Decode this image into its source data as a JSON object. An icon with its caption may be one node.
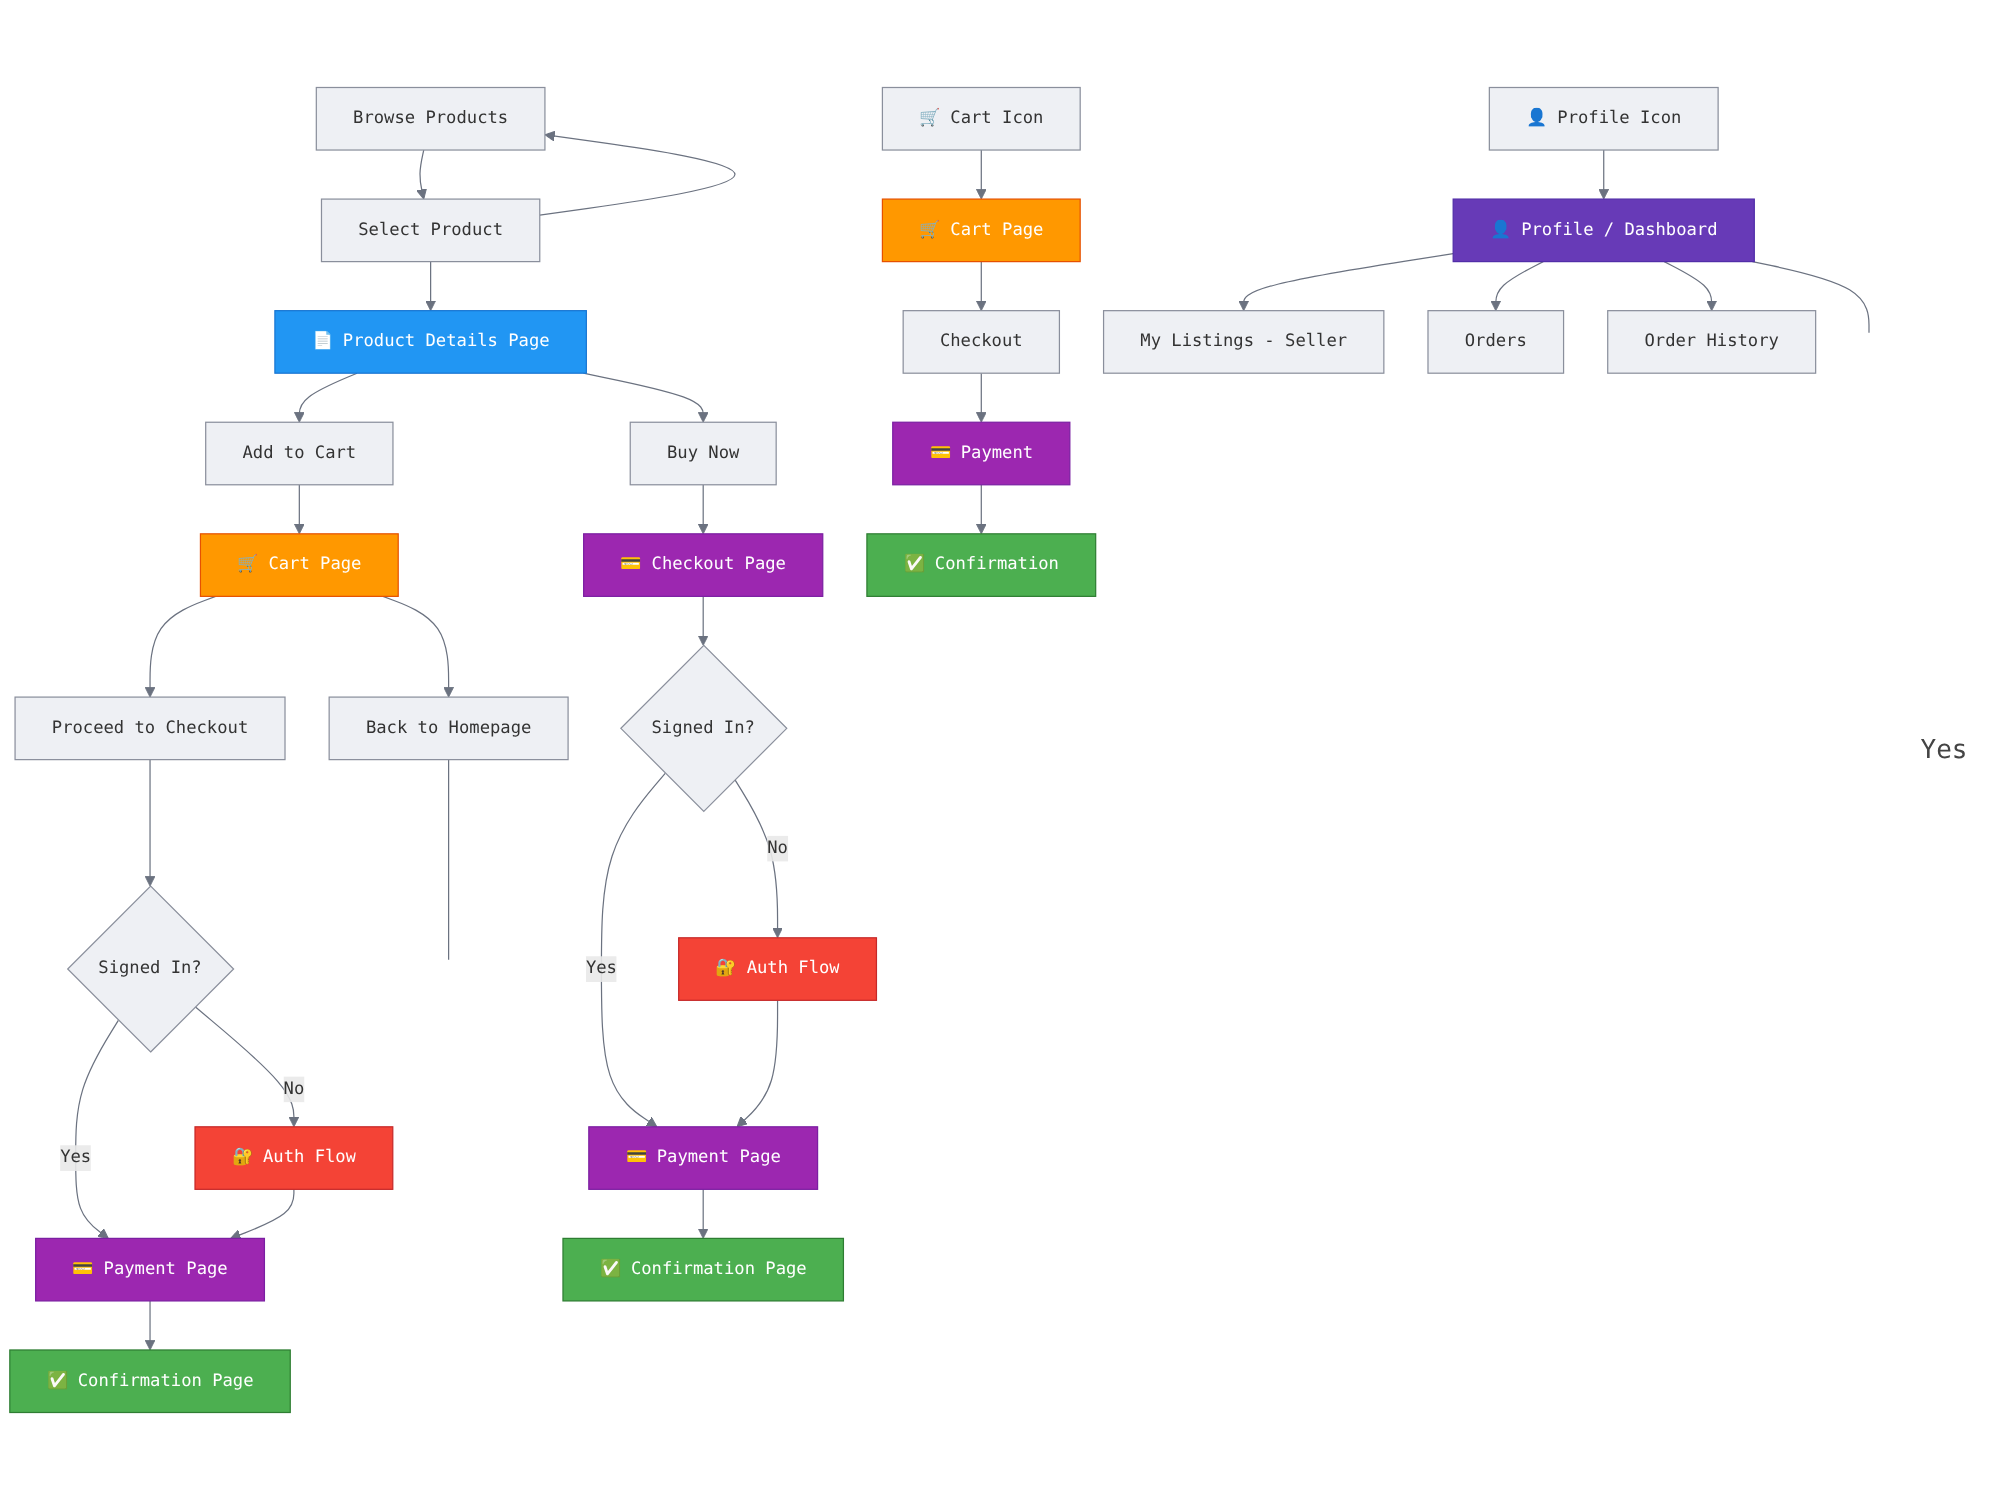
{
  "diagram": {
    "nodes": [
      {
        "text": [
          "Browse Products"
        ]
      },
      {
        "text": [
          "Select Product"
        ]
      },
      {
        "text": [
          "📄 Product Details Page"
        ]
      },
      {
        "text": [
          "Add to Cart"
        ]
      },
      {
        "text": [
          "Buy Now"
        ]
      },
      {
        "text": [
          "🛒 Cart Page"
        ]
      },
      {
        "text": [
          "💳 Checkout Page"
        ]
      },
      {
        "text": [
          "Proceed to Checkout"
        ]
      },
      {
        "text": [
          "Back to Homepage"
        ]
      },
      {
        "text": [
          "Signed In?"
        ]
      },
      {
        "text": [
          "Signed In?"
        ]
      },
      {
        "text": [
          "🔐 Auth Flow"
        ]
      },
      {
        "text": [
          "💳 Payment Page"
        ]
      },
      {
        "text": [
          "✅ Confirmation Page"
        ]
      },
      {
        "text": [
          "🔐 Auth Flow"
        ]
      },
      {
        "text": [
          "💳 Payment Page"
        ]
      },
      {
        "text": [
          "✅ Confirmation Page"
        ]
      },
      {
        "text": [
          "🛒 Cart Icon"
        ]
      },
      {
        "text": [
          "🛒 Cart Page"
        ]
      },
      {
        "text": [
          "Checkout"
        ]
      },
      {
        "text": [
          "💳 Payment"
        ]
      },
      {
        "text": [
          "✅ Confirmation"
        ]
      },
      {
        "text": [
          "👤 Profile Icon"
        ]
      },
      {
        "text": [
          "👤 Profile / Dashboard"
        ]
      },
      {
        "text": [
          "My Listings - Seller"
        ]
      },
      {
        "text": [
          "Orders"
        ]
      },
      {
        "text": [
          "Order History"
        ]
      }
    ],
    "edges": [
      {
        "from": 0,
        "to": 1,
        "arrow": "to"
      },
      {
        "from": 1,
        "to": 0,
        "arrow": "to"
      },
      {
        "from": 1,
        "to": 2,
        "arrow": "to"
      },
      {
        "from": 2,
        "to": 3,
        "arrow": "to"
      },
      {
        "from": 2,
        "to": 4,
        "arrow": "to"
      },
      {
        "from": 3,
        "to": 5,
        "arrow": "to"
      },
      {
        "from": 4,
        "to": 6,
        "arrow": "to"
      },
      {
        "from": 5,
        "to": 7,
        "arrow": "to"
      },
      {
        "from": 5,
        "to": 8,
        "arrow": "to"
      },
      {
        "from": 8,
        "to": null,
        "arrow": "none"
      },
      {
        "from": 7,
        "to": 9,
        "arrow": "to"
      },
      {
        "from": 9,
        "to": 12,
        "label": "Yes",
        "arrow": "to"
      },
      {
        "from": 9,
        "to": 11,
        "label": "No",
        "arrow": "to"
      },
      {
        "from": 11,
        "to": 12,
        "arrow": "to"
      },
      {
        "from": 12,
        "to": 13,
        "arrow": "to"
      },
      {
        "from": 6,
        "to": 10,
        "arrow": "to"
      },
      {
        "from": 10,
        "to": 15,
        "label": "Yes",
        "arrow": "to"
      },
      {
        "from": 10,
        "to": 14,
        "label": "No",
        "arrow": "to"
      },
      {
        "from": 14,
        "to": 15,
        "arrow": "to"
      },
      {
        "from": 15,
        "to": 16,
        "arrow": "to"
      },
      {
        "from": 17,
        "to": 18,
        "arrow": "to"
      },
      {
        "from": 18,
        "to": 19,
        "arrow": "to"
      },
      {
        "from": 19,
        "to": 20,
        "arrow": "to"
      },
      {
        "from": 20,
        "to": 21,
        "arrow": "to"
      },
      {
        "from": 22,
        "to": 23,
        "arrow": "to"
      },
      {
        "from": 23,
        "to": 24,
        "arrow": "to"
      },
      {
        "from": 23,
        "to": 25,
        "arrow": "to"
      },
      {
        "from": 23,
        "to": 26,
        "arrow": "to"
      },
      {
        "from": 23,
        "to": null,
        "arrow": "none"
      }
    ],
    "labels": [
      "Yes"
    ]
  }
}
